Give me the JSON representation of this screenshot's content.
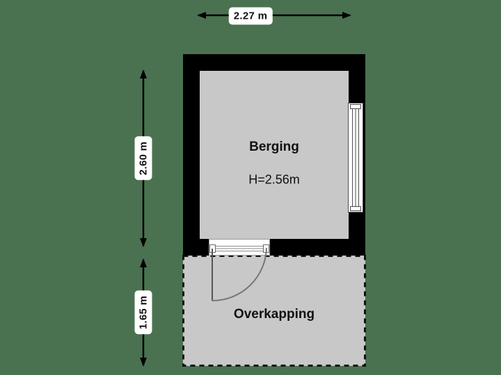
{
  "plan": {
    "background_color": "#4a7250",
    "wall_color": "#000000",
    "floor_color": "#c8c8c8",
    "dimension_color": "#000000",
    "text_color": "#111111"
  },
  "dimensions": {
    "top": {
      "label": "2.27 m",
      "orientation": "horizontal"
    },
    "left_upper": {
      "label": "2.60 m",
      "orientation": "vertical"
    },
    "left_lower": {
      "label": "1.65 m",
      "orientation": "vertical"
    }
  },
  "rooms": [
    {
      "name": "Berging",
      "height_label": "H=2.56m"
    },
    {
      "name": "Overkapping",
      "height_label": ""
    }
  ],
  "features": {
    "window_right": "window-symbol",
    "door_bottom": "door-swing-symbol"
  }
}
